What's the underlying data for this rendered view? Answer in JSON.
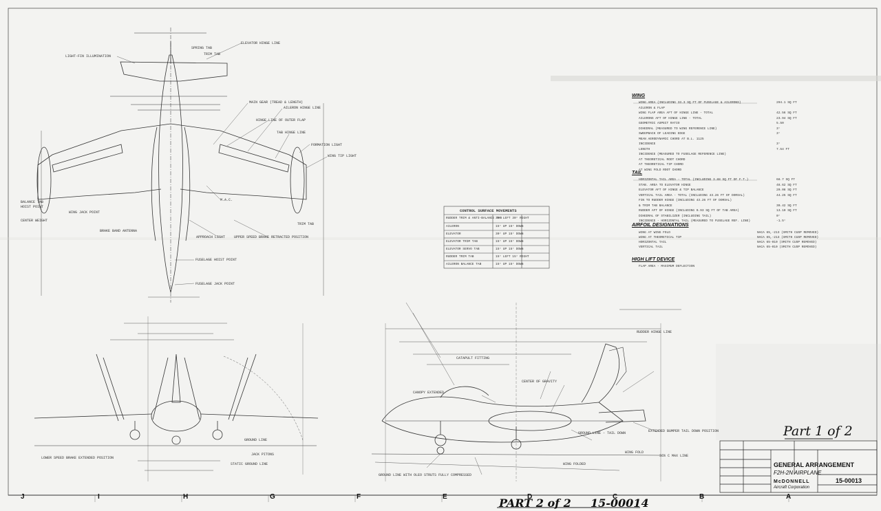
{
  "sheet": {
    "part_main": "Part 1 of 2",
    "part_bottom": "PART 2 of 2",
    "drawing_number_bottom": "15-00014",
    "zones": [
      "J",
      "I",
      "H",
      "G",
      "F",
      "E",
      "D",
      "C",
      "B",
      "A"
    ]
  },
  "title_block": {
    "title_line1": "GENERAL ARRANGEMENT",
    "title_line2": "F2H-2N AIRPLANE",
    "company_line1": "McDONNELL",
    "company_line2": "Aircraft Corporation",
    "drawing_number": "15-00013"
  },
  "wing": {
    "heading": "WING",
    "rows": [
      "WING AREA (INCLUDING 33.3 SQ FT OF FUSELAGE & AILERONS)",
      "AILERON & FLAP",
      "WING FLAP AREA AFT OF HINGE LINE - TOTAL",
      "AILERONS AFT OF HINGE LINE - TOTAL",
      "GEOMETRIC ASPECT RATIO",
      "DIHEDRAL (MEASURED TO WING REFERENCE LINE)",
      "SWEEPBACK OF LEADING EDGE",
      "MEAN AERODYNAMIC CHORD AT B.L. 1125",
      "INCIDENCE",
      "LENGTH",
      "INCIDENCE (MEASURED TO FUSELAGE REFERENCE LINE)",
      "AT THEORETICAL ROOT CHORD",
      "AT THEORETICAL TIP CHORD",
      "AT WING FOLD ROOT CHORD"
    ],
    "values": [
      "294.1 SQ FT",
      "",
      "42.56 SQ FT",
      "23.94 SQ FT",
      "5.50",
      "3°",
      "3°",
      "",
      "3°",
      "7.54 FT",
      "",
      "",
      "",
      ""
    ]
  },
  "tail": {
    "heading": "TAIL",
    "rows": [
      "HORIZONTAL TAIL AREA - TOTAL (INCLUDING 3.88 SQ FT OF F.T.)",
      "STAB. AREA TO ELEVATOR HINGE",
      "ELEVATOR AFT OF HINGE & TIP BALANCE",
      "VERTICAL TAIL AREA - TOTAL (INCLUDING 43.26 FT OF DORSAL)",
      "FIN TO RUDDER HINGE (INCLUDING 43.26 FT OF DORSAL)",
      "& TRIM TAB BALANCE",
      "RUDDER AFT OF HINGE (INCLUDING 0.93 SQ FT OF TAB AREA)",
      "DIHEDRAL OF STABILIZER (INCLUDING TAIL)",
      "INCIDENCE - HORIZONTAL TAIL (MEASURED TO FUSELAGE REF. LINE)"
    ],
    "values": [
      "68.7 SQ FT",
      "48.62 SQ FT",
      "20.08 SQ FT",
      "44.25 SQ FT",
      "",
      "30.42 SQ FT",
      "13.10 SQ FT",
      "0°",
      "-1.5°"
    ]
  },
  "airfoil": {
    "heading": "AIRFOIL DESIGNATIONS",
    "rows": [
      "WING AT WING FOLD",
      "WING AT THEORETICAL TIP",
      "HORIZONTAL TAIL",
      "VERTICAL TAIL"
    ],
    "values": [
      "NACA 65,-213 (SMITH CUSP REMOVED)",
      "NACA 65,-213 (SMITH CUSP REMOVED)",
      "NACA 65-010 (SMITH CUSP REMOVED)",
      "NACA 65-010 (SMITH CUSP REMOVED)"
    ]
  },
  "high_lift": {
    "heading": "HIGH LIFT DEVICE",
    "rows": [
      "FLAP AREA - MAXIMUM DEFLECTION"
    ]
  },
  "control_surface": {
    "title": "CONTROL SURFACE MOVEMENTS",
    "rows": [
      "RUDDER TRIM & ANTI-BALANCE TAB",
      "AILERON",
      "ELEVATOR",
      "ELEVATOR TRIM TAB",
      "ELEVATOR SERVO TAB",
      "RUDDER TRIM TAB",
      "AILERON BALANCE TAB"
    ],
    "values": [
      "30° LEFT 30° RIGHT",
      "15° UP 15° DOWN",
      "30° UP 15° DOWN",
      "15° UP 15° DOWN",
      "15° UP 15° DOWN",
      "15° LEFT 15° RIGHT",
      "15° UP 15° DOWN"
    ]
  },
  "callouts": {
    "light_fin": "LIGHT-FIN ILLUMINATION",
    "elevator_hinge": "ELEVATOR HINGE LINE",
    "spring_tab": "SPRING TAB",
    "trim_tab": "TRIM TAB",
    "main_gear": "MAIN GEAR (TREAD & LENGTH)",
    "aileron_hinge": "AILERON HINGE LINE",
    "wing_line_outer": "HINGE LINE OF OUTER FLAP",
    "tab_hinge": "TAB HINGE LINE",
    "formation_light": "FORMATION LIGHT",
    "wing_tip_light": "WING TIP LIGHT",
    "mac": "M.A.C.",
    "balance_tab": "BALANCE TAB",
    "hoist_point": "HOIST POINT",
    "center_weight": "CENTER WEIGHT",
    "wing_jack_point": "WING JACK POINT",
    "brake_band": "BRAKE BAND ANTENNA",
    "approach_light": "APPROACH LIGHT",
    "speed_brake": "UPPER SPEED BRAKE RETRACTED POSITION",
    "fuselage_hoist": "FUSELAGE HOIST POINT",
    "fuselage_jack": "FUSELAGE JACK POINT",
    "trim_tab_3": "TRIM TAB",
    "ground_line": "GROUND LINE",
    "jack_pitons": "JACK PITONS",
    "static_ground": "STATIC GROUND LINE",
    "lower_speed_brake": "LOWER SPEED BRAKE EXTENDED POSITION",
    "catapult": "CATAPULT FITTING",
    "center_gravity": "CENTER OF GRAVITY",
    "rudder_hinge": "RUDDER HINGE LINE",
    "canopy": "CANOPY EXTENDED",
    "ground_line_tail": "GROUND LINE - TAIL DOWN",
    "extended_bumper": "EXTENDED BUMPER TAIL DOWN POSITION",
    "wing_fold": "WING FOLD",
    "max_line": "36% C MAX LINE",
    "ground_line_nose": "GROUND LINE WITH OLEO STRUTS FULLY COMPRESSED",
    "engine_spec": "WING FOLDED"
  }
}
